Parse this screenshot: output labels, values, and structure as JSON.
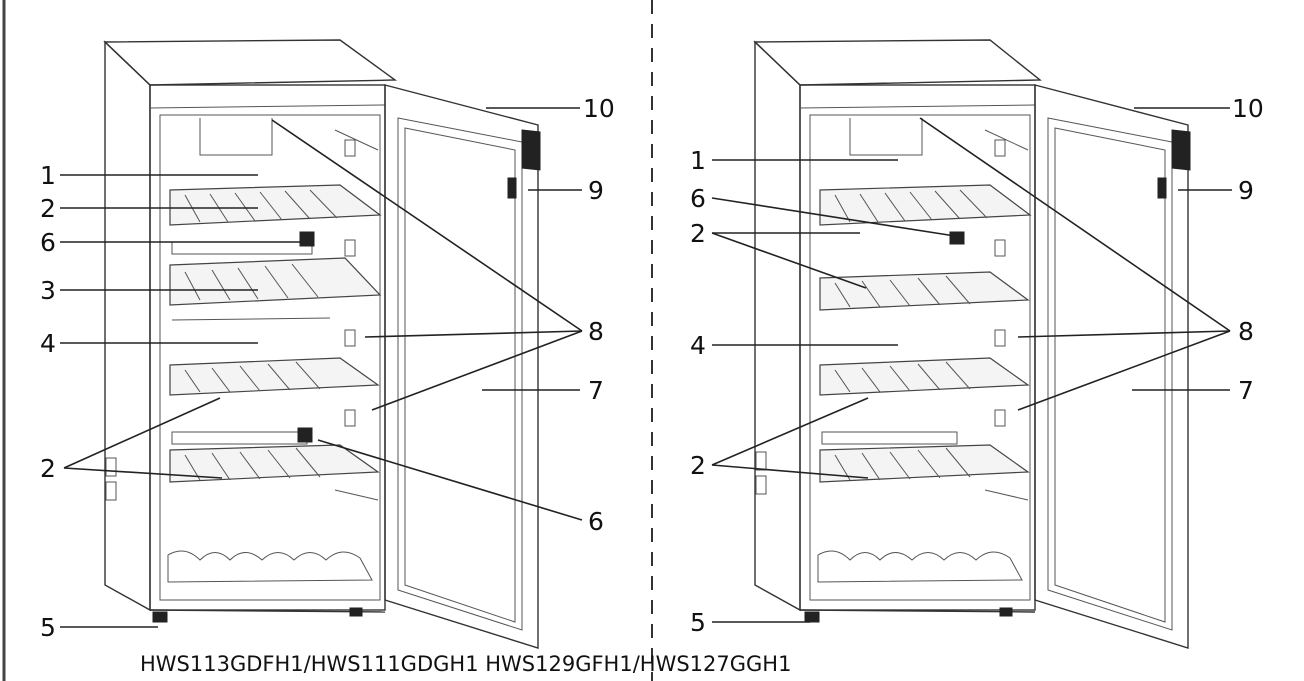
{
  "diagrams": [
    {
      "id": "left",
      "labels": [
        {
          "id": "l1",
          "text": "1"
        },
        {
          "id": "l2a",
          "text": "2"
        },
        {
          "id": "l6a",
          "text": "6"
        },
        {
          "id": "l3",
          "text": "3"
        },
        {
          "id": "l4",
          "text": "4"
        },
        {
          "id": "l2b",
          "text": "2"
        },
        {
          "id": "l5",
          "text": "5"
        },
        {
          "id": "l10",
          "text": "10"
        },
        {
          "id": "l9",
          "text": "9"
        },
        {
          "id": "l8",
          "text": "8"
        },
        {
          "id": "l7",
          "text": "7"
        },
        {
          "id": "l6b",
          "text": "6"
        }
      ]
    },
    {
      "id": "right",
      "labels": [
        {
          "id": "r1",
          "text": "1"
        },
        {
          "id": "r6",
          "text": "6"
        },
        {
          "id": "r2a",
          "text": "2"
        },
        {
          "id": "r4",
          "text": "4"
        },
        {
          "id": "r2b",
          "text": "2"
        },
        {
          "id": "r5",
          "text": "5"
        },
        {
          "id": "r10",
          "text": "10"
        },
        {
          "id": "r9",
          "text": "9"
        },
        {
          "id": "r8",
          "text": "8"
        },
        {
          "id": "r7",
          "text": "7"
        }
      ]
    }
  ],
  "caption": "HWS113GDFH1/HWS111GDGH1 HWS129GFH1/HWS127GGH1",
  "colors": {
    "line": "#222222",
    "background": "#ffffff"
  }
}
